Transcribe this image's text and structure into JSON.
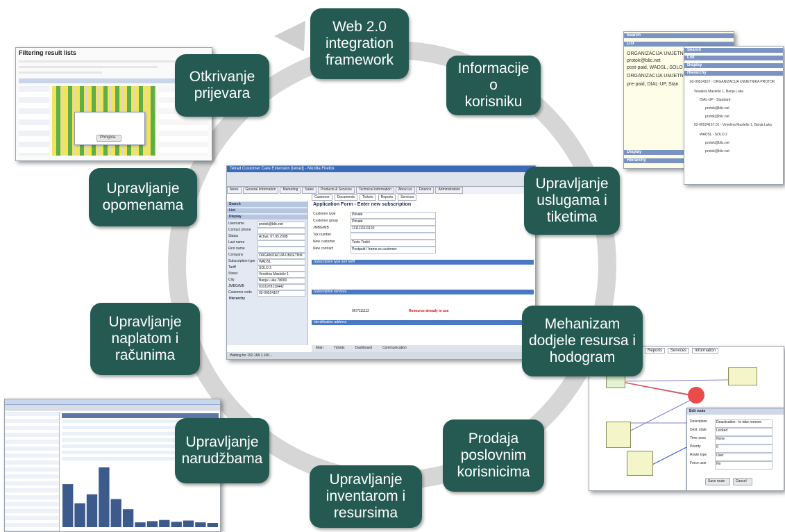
{
  "colors": {
    "box_bg": "#245a52",
    "box_text": "#ffffff",
    "ring": "#d6d6d6",
    "arrow": "#cfcfcf"
  },
  "cycle": [
    {
      "id": "web20",
      "label": "Web 2.0\nintegration\nframework"
    },
    {
      "id": "info",
      "label": "Informacije  o\nkorisniku"
    },
    {
      "id": "usluge",
      "label": "Upravljanje\nuslugama  i\ntiketima"
    },
    {
      "id": "resursi",
      "label": "Mehanizam\ndodjele resursa  i\nhodogram"
    },
    {
      "id": "prodaja",
      "label": "Prodaja\nposlovnim\nkorisnicima"
    },
    {
      "id": "inventar",
      "label": "Upravljanje\ninventarom  i\nresursima"
    },
    {
      "id": "narudzbe",
      "label": "Upravljanje\nnarudžbama"
    },
    {
      "id": "naplata",
      "label": "Upravljanje\nnaplatom  i\nračunima"
    },
    {
      "id": "opomene",
      "label": "Upravljanje\nopomenama"
    },
    {
      "id": "prijevare",
      "label": "Otkrivanje\nprijevara"
    }
  ],
  "screens": {
    "filtering": {
      "title": "Filtering result lists",
      "button": "Provjera"
    },
    "hierarchy": {
      "back_items": [
        "Search",
        "List"
      ],
      "front_items": [
        "Search",
        "List",
        "Display",
        "Hierarchy"
      ],
      "bottom_items": [
        "Display",
        "Hierarchy"
      ],
      "tree": [
        "02-00524167 - ORGANIZACIJA UMJETNIKA PROTOK",
        "Vesalina Masleše 1, Banja Luka",
        "DIAL-UP - Standard",
        "protok@blic.net",
        "protok@blic.net",
        "02-00524167.01 - Veselina Masleše 1, Banja Luka",
        "WADSL - SOLO 2",
        "protok@blic.net",
        "protok@blic.net"
      ],
      "back_tree": [
        "ORGANIZACIJA UMJETNIKA",
        "protok@blic.net",
        "post-paid, WADSL, SOLO",
        "ORGANIZACIJA UMJETNIKA",
        "pre-paid, DIAL-UP, Stan"
      ]
    },
    "center": {
      "window_title": "Telrad Customer Care Extension [telrad] - Mozilla Firefox",
      "nav_tabs": [
        "News",
        "General information",
        "Marketing",
        "Sales",
        "Products & Services",
        "Technical information",
        "About us",
        "Finance",
        "Administration"
      ],
      "sub_tabs": [
        "Customer",
        "Documents",
        "Tickets",
        "Reports",
        "Services"
      ],
      "form_title": "Application Form - Enter new subscription",
      "side_sections": [
        "Search",
        "List",
        "Display"
      ],
      "side_fields": [
        [
          "Username",
          "protok@blic.net"
        ],
        [
          "Contact phone",
          ""
        ],
        [
          "Status",
          "Active, 07.05.2008"
        ],
        [
          "Last name",
          ""
        ],
        [
          "First name",
          ""
        ],
        [
          "Company",
          "ORGANIZACIJA UMJETNIK"
        ],
        [
          "Subscription type",
          "WADSL"
        ],
        [
          "Tariff",
          "SOLO 2"
        ],
        [
          "Street",
          "Veselina Masleše 1"
        ],
        [
          "City",
          "Banja Luka 78000"
        ],
        [
          "JMBG/MB",
          "0101978110442"
        ],
        [
          "Customer code",
          "02-00524167"
        ]
      ],
      "form_fields": [
        [
          "Customer type",
          "Private"
        ],
        [
          "Customer group",
          "Private"
        ],
        [
          "JMBG/MB",
          "1111111111120"
        ],
        [
          "Tax number",
          ""
        ],
        [
          "New customer",
          "Testo Testić"
        ],
        [
          "New contract",
          "Postpaid / frame ss customer"
        ]
      ],
      "section_labels": [
        "Subscription type and tariff",
        "Subscription services",
        "Identification address"
      ],
      "phone_number": "067/111112",
      "warning": "Resource already in use",
      "status_bar": "Waiting for 192.168.1.160...",
      "bottom_tabs": [
        "Main",
        "Tickets",
        "Dashboard",
        "Communication"
      ],
      "hierarchy_label": "Hierarchy"
    },
    "route_edit": {
      "tabs": [
        "Reports",
        "Services",
        "Information"
      ],
      "dialog_title": "Edit route",
      "fields": [
        [
          "Description",
          "Deactivation - to take remove"
        ],
        [
          "Dest. state",
          "Locked"
        ],
        [
          "Time zone",
          "None"
        ],
        [
          "Priority",
          "0"
        ],
        [
          "Route type",
          "User"
        ],
        [
          "Force user",
          "No"
        ]
      ],
      "buttons": [
        "Save route",
        "Cancel"
      ]
    },
    "orders": {
      "histogram": [
        72,
        40,
        55,
        100,
        47,
        30,
        8,
        10,
        12,
        9,
        11,
        8,
        7
      ]
    }
  }
}
